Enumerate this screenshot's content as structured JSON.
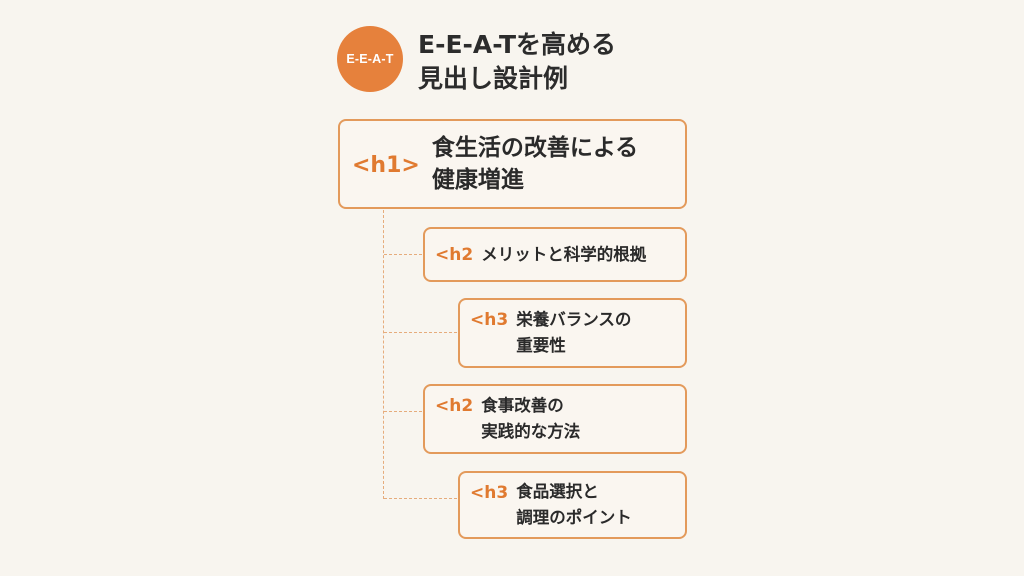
{
  "header": {
    "badge_text": "E-E-A-T",
    "title_line1": "E-E-A-Tを高める",
    "title_line2": "見出し設計例"
  },
  "colors": {
    "accent": "#e6813c",
    "box_border": "#e39a5b",
    "connector": "#e6ac7c",
    "background": "#f8f5ef",
    "text": "#2a2a2a"
  },
  "headings": [
    {
      "level": "h1",
      "tag": "<h1>",
      "line1": "食生活の改善による",
      "line2": "健康増進"
    },
    {
      "level": "h2",
      "tag": "<h2",
      "line1": "メリットと科学的根拠",
      "line2": ""
    },
    {
      "level": "h3",
      "tag": "<h3",
      "line1": "栄養バランスの",
      "line2": "重要性"
    },
    {
      "level": "h2",
      "tag": "<h2",
      "line1": "食事改善の",
      "line2": "実践的な方法"
    },
    {
      "level": "h3",
      "tag": "<h3",
      "line1": "食品選択と",
      "line2": "調理のポイント"
    }
  ]
}
